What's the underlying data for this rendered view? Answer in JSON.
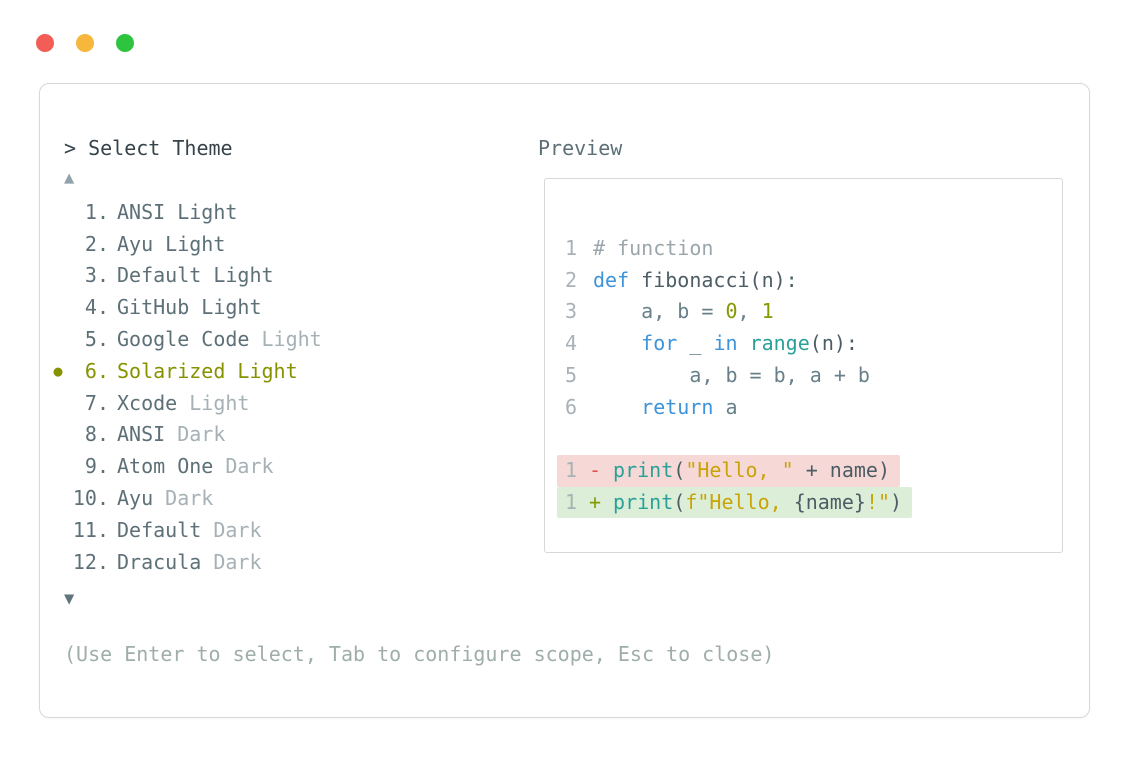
{
  "window": {
    "traffic_lights": [
      {
        "id": "close",
        "color": "#f25e56"
      },
      {
        "id": "minimize",
        "color": "#f6b73c"
      },
      {
        "id": "zoom",
        "color": "#2fc440"
      }
    ]
  },
  "palette": {
    "prompt": "> Select Theme",
    "scroll_up": "▲",
    "scroll_down": "▼",
    "selected_bullet": "●",
    "items": [
      {
        "number": "1.",
        "name": "ANSI",
        "variant": "Light",
        "muted_variant": false,
        "selected": false
      },
      {
        "number": "2.",
        "name": "Ayu",
        "variant": "Light",
        "muted_variant": false,
        "selected": false
      },
      {
        "number": "3.",
        "name": "Default",
        "variant": "Light",
        "muted_variant": false,
        "selected": false
      },
      {
        "number": "4.",
        "name": "GitHub",
        "variant": "Light",
        "muted_variant": false,
        "selected": false
      },
      {
        "number": "5.",
        "name": "Google Code",
        "variant": "Light",
        "muted_variant": true,
        "selected": false
      },
      {
        "number": "6.",
        "name": "Solarized",
        "variant": "Light",
        "muted_variant": false,
        "selected": true
      },
      {
        "number": "7.",
        "name": "Xcode",
        "variant": "Light",
        "muted_variant": true,
        "selected": false
      },
      {
        "number": "8.",
        "name": "ANSI",
        "variant": "Dark",
        "muted_variant": true,
        "selected": false
      },
      {
        "number": "9.",
        "name": "Atom One",
        "variant": "Dark",
        "muted_variant": true,
        "selected": false
      },
      {
        "number": "10.",
        "name": "Ayu",
        "variant": "Dark",
        "muted_variant": true,
        "selected": false
      },
      {
        "number": "11.",
        "name": "Default",
        "variant": "Dark",
        "muted_variant": true,
        "selected": false
      },
      {
        "number": "12.",
        "name": "Dracula",
        "variant": "Dark",
        "muted_variant": true,
        "selected": false
      }
    ],
    "hint": "(Use Enter to select, Tab to configure scope, Esc to close)"
  },
  "preview": {
    "label": "Preview",
    "code_lines": [
      {
        "num": "1",
        "tokens": [
          {
            "t": "# function",
            "c": "comment"
          }
        ]
      },
      {
        "num": "2",
        "tokens": [
          {
            "t": "def ",
            "c": "keyword"
          },
          {
            "t": "fibonacci(n):",
            "c": "ident"
          }
        ]
      },
      {
        "num": "3",
        "tokens": [
          {
            "t": "    ",
            "c": "plain"
          },
          {
            "t": "a, b = ",
            "c": "var"
          },
          {
            "t": "0",
            "c": "number"
          },
          {
            "t": ", ",
            "c": "var"
          },
          {
            "t": "1",
            "c": "number"
          }
        ]
      },
      {
        "num": "4",
        "tokens": [
          {
            "t": "    ",
            "c": "plain"
          },
          {
            "t": "for ",
            "c": "keyword"
          },
          {
            "t": "_ ",
            "c": "var"
          },
          {
            "t": "in ",
            "c": "keyword"
          },
          {
            "t": "range",
            "c": "builtin"
          },
          {
            "t": "(n):",
            "c": "ident"
          }
        ]
      },
      {
        "num": "5",
        "tokens": [
          {
            "t": "        ",
            "c": "plain"
          },
          {
            "t": "a, b = b, a + b",
            "c": "var"
          }
        ]
      },
      {
        "num": "6",
        "tokens": [
          {
            "t": "    ",
            "c": "plain"
          },
          {
            "t": "return ",
            "c": "keyword"
          },
          {
            "t": "a",
            "c": "var"
          }
        ]
      }
    ],
    "diff_lines": [
      {
        "num": "1",
        "sign": "-",
        "kind": "removed",
        "tokens": [
          {
            "t": "print",
            "c": "builtin"
          },
          {
            "t": "(",
            "c": "ident"
          },
          {
            "t": "\"Hello, \"",
            "c": "string"
          },
          {
            "t": " + name",
            "c": "ident"
          },
          {
            "t": ")",
            "c": "ident"
          }
        ]
      },
      {
        "num": "1",
        "sign": "+",
        "kind": "added",
        "tokens": [
          {
            "t": "print",
            "c": "builtin"
          },
          {
            "t": "(",
            "c": "ident"
          },
          {
            "t": "f",
            "c": "string"
          },
          {
            "t": "\"Hello, ",
            "c": "string"
          },
          {
            "t": "{name}",
            "c": "ident"
          },
          {
            "t": "!\"",
            "c": "string"
          },
          {
            "t": ")",
            "c": "ident"
          }
        ]
      }
    ]
  },
  "colors": {
    "accent_selected": "#869200",
    "item_text": "#5d7078",
    "item_muted": "#a6b1b5",
    "prompt_text": "#36434a",
    "hint_text": "#9fadab",
    "line_number": "#a8b2b6",
    "keyword": "#3e93d9",
    "builtin": "#2aa198",
    "string": "#c9a408",
    "number": "#859900",
    "comment": "#9ba6ab",
    "ident": "#4c5d65",
    "variable": "#68808a",
    "removed_bg": "#f6d8d6",
    "added_bg": "#dceed7",
    "removed_sign": "#e0544d",
    "added_sign": "#859900",
    "border": "#d7d9d9"
  }
}
